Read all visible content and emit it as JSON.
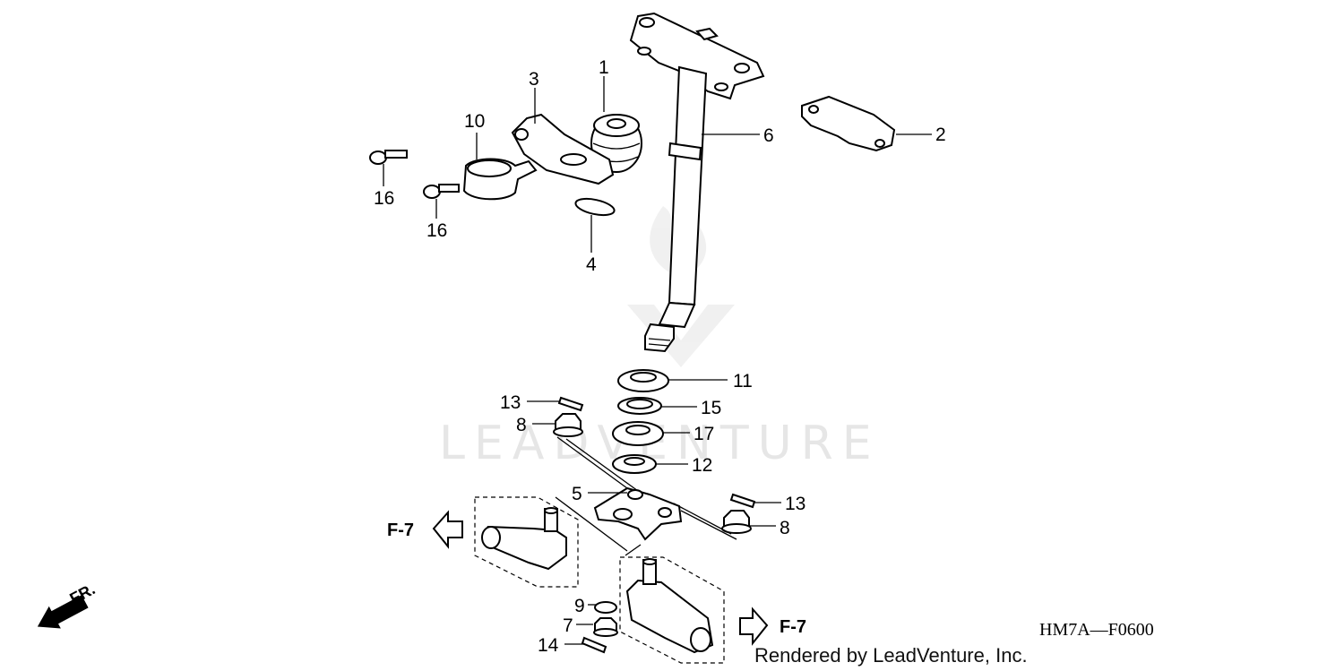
{
  "diagram": {
    "watermark": "LEADVENTURE",
    "credit": "Rendered by LeadVenture, Inc.",
    "diagram_code": "HM7A—F0600",
    "front_indicator": "FR.",
    "references": [
      {
        "label": "F-7",
        "direction": "left"
      },
      {
        "label": "F-7",
        "direction": "right"
      }
    ],
    "callouts": [
      {
        "id": "1",
        "label": "1"
      },
      {
        "id": "2",
        "label": "2"
      },
      {
        "id": "3",
        "label": "3"
      },
      {
        "id": "4",
        "label": "4"
      },
      {
        "id": "5",
        "label": "5"
      },
      {
        "id": "6",
        "label": "6"
      },
      {
        "id": "7",
        "label": "7"
      },
      {
        "id": "8a",
        "label": "8"
      },
      {
        "id": "8b",
        "label": "8"
      },
      {
        "id": "9",
        "label": "9"
      },
      {
        "id": "10",
        "label": "10"
      },
      {
        "id": "11",
        "label": "11"
      },
      {
        "id": "12",
        "label": "12"
      },
      {
        "id": "13a",
        "label": "13"
      },
      {
        "id": "13b",
        "label": "13"
      },
      {
        "id": "14",
        "label": "14"
      },
      {
        "id": "15",
        "label": "15"
      },
      {
        "id": "16a",
        "label": "16"
      },
      {
        "id": "16b",
        "label": "16"
      },
      {
        "id": "17",
        "label": "17"
      }
    ]
  }
}
